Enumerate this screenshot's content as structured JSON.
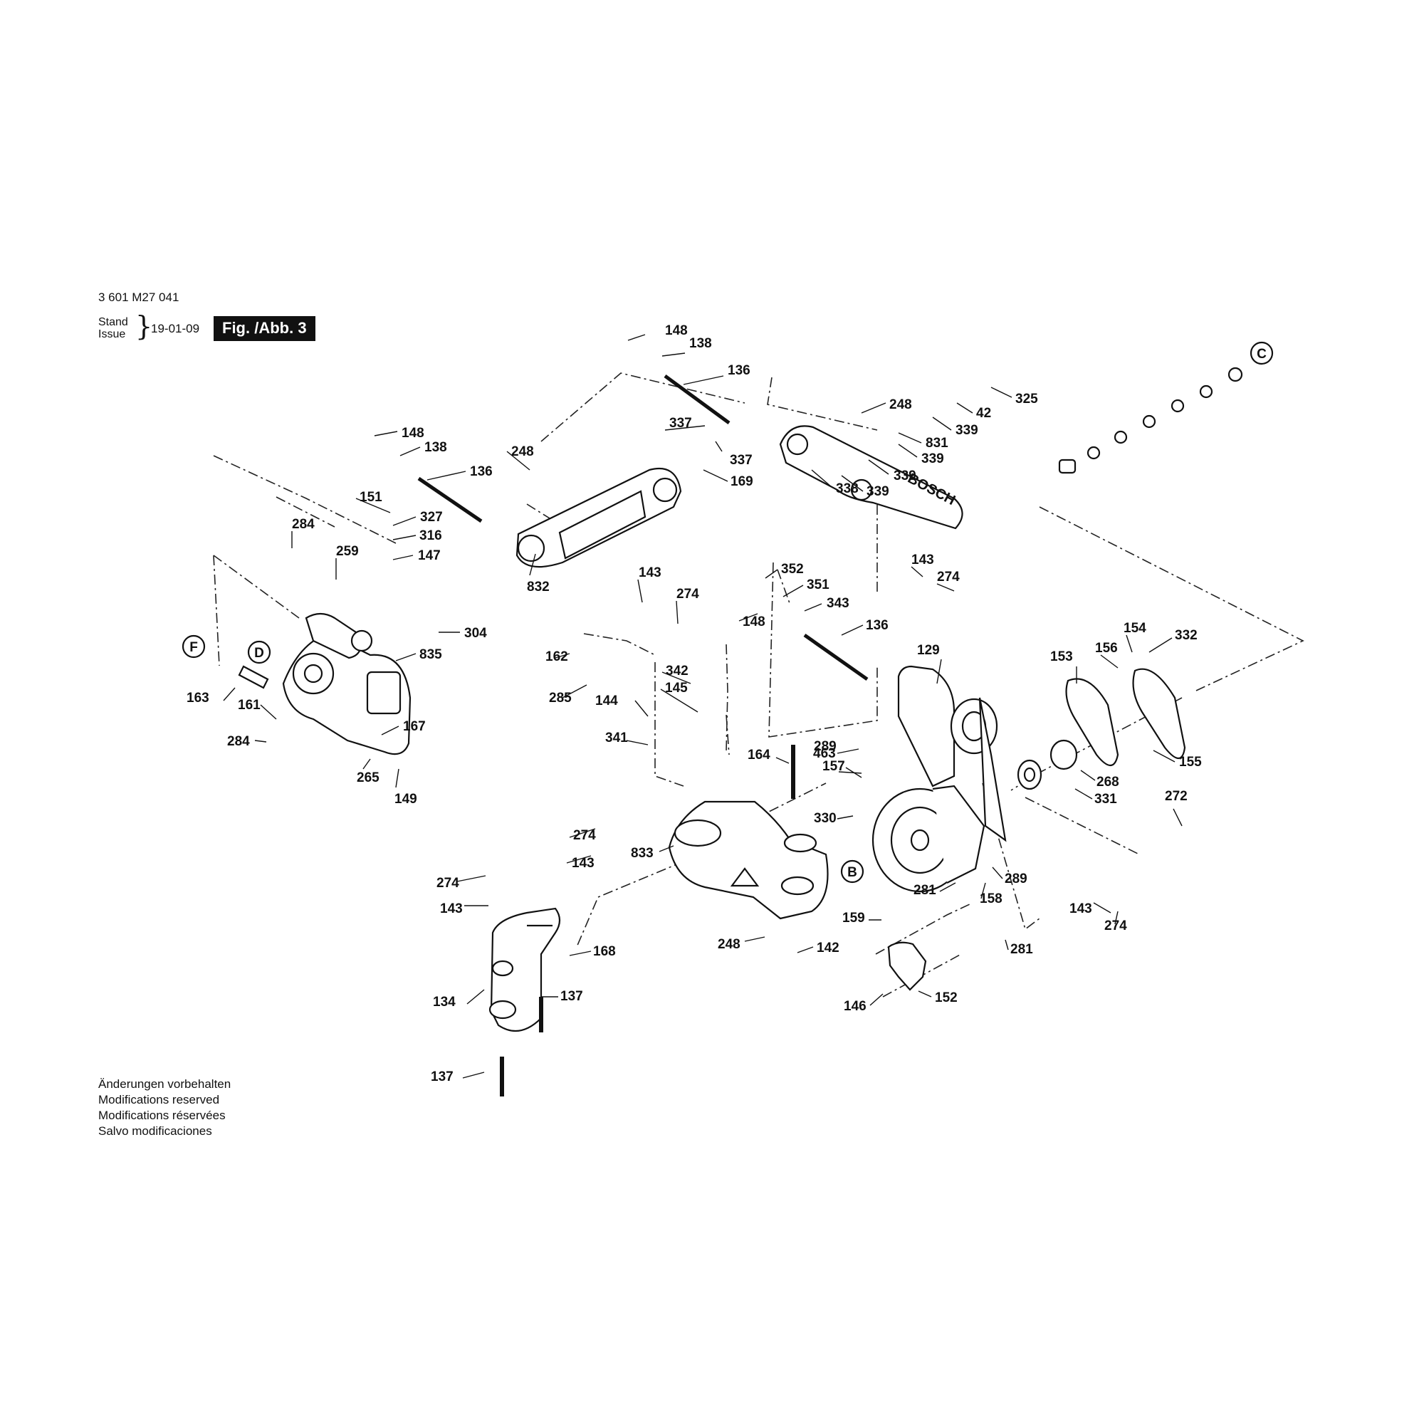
{
  "header": {
    "doc_number": "3 601 M27 041",
    "stand_label": "Stand",
    "issue_label": "Issue",
    "issue_date": "19-01-09",
    "figure_label": "Fig. /Abb. 3"
  },
  "footer": {
    "notes": [
      "Änderungen vorbehalten",
      "Modifications reserved",
      "Modifications réservées",
      "Salvo modificaciones"
    ]
  },
  "brand_text": "BOSCH",
  "reference_markers": [
    "C",
    "F",
    "D",
    "B"
  ],
  "part_labels": [
    "148",
    "138",
    "136",
    "337",
    "337",
    "169",
    "248",
    "831",
    "325",
    "42",
    "339",
    "339",
    "339",
    "339",
    "338",
    "148",
    "138",
    "136",
    "248",
    "832",
    "151",
    "327",
    "316",
    "147",
    "284",
    "259",
    "143",
    "274",
    "143",
    "274",
    "352",
    "351",
    "343",
    "148",
    "136",
    "304",
    "835",
    "163",
    "161",
    "284",
    "167",
    "265",
    "149",
    "162",
    "285",
    "342",
    "145",
    "144",
    "341",
    "129",
    "154",
    "156",
    "332",
    "153",
    "463",
    "289",
    "157",
    "164",
    "331",
    "268",
    "155",
    "272",
    "330",
    "833",
    "274",
    "143",
    "274",
    "143",
    "289",
    "281",
    "158",
    "143",
    "274",
    "248",
    "159",
    "142",
    "281",
    "168",
    "134",
    "137",
    "146",
    "152",
    "137"
  ]
}
